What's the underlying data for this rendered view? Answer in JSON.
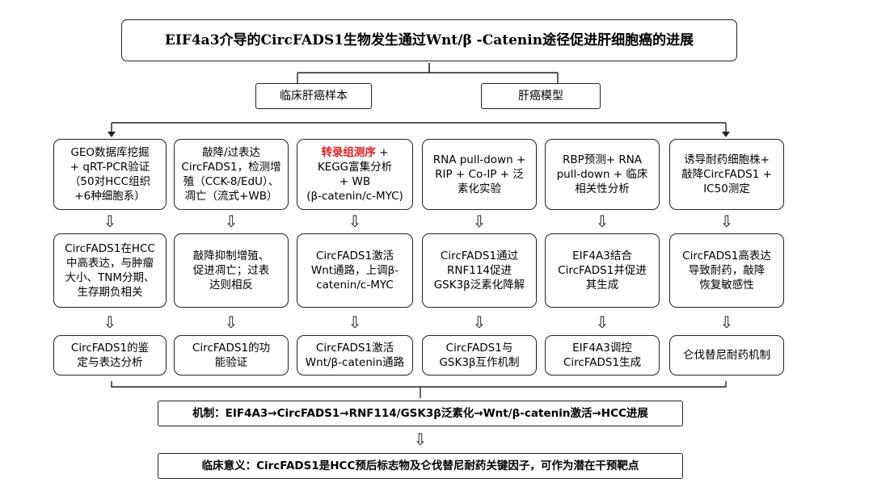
{
  "title": "EIF4a3介导的CircFADS1生物发生通过Wnt/β -Catenin途径促进肝细胞癌的进展",
  "groups": {
    "clinical": "临床肝癌样本",
    "model": "肝癌模型"
  },
  "arrow_glyph": "⇩",
  "columns": [
    {
      "method": "GEO数据库挖掘\n+ qRT-PCR验证\n（50对HCC组织\n+6种细胞系）",
      "result": "CircFADS1在HCC\n中高表达，与肿瘤\n大小、TNM分期、\n生存期负相关",
      "summary": "CircFADS1的鉴\n定与表达分析"
    },
    {
      "method": "敲降/过表达\nCircFADS1，检测增\n殖（CCK-8/EdU）、\n凋亡（流式+WB）",
      "result": "敲降抑制增殖、\n促进凋亡；过表\n达则相反",
      "summary": "CircFADS1的功\n能验证"
    },
    {
      "method_highlight": "转录组测序",
      "method_rest": " +\nKEGG富集分析\n+ WB\n(β-catenin/c-MYC)",
      "result": "CircFADS1激活\nWnt通路，上调β-\ncatenin/c-MYC",
      "summary": "CircFADS1激活\nWnt/β-catenin通路"
    },
    {
      "method": "RNA pull-down +\nRIP + Co-IP + 泛\n素化实验",
      "result": "CircFADS1通过\nRNF114促进\nGSK3β泛素化降解",
      "summary": "CircFADS1与\nGSK3β互作机制"
    },
    {
      "method": "RBP预测+ RNA\npull-down + 临床\n相关性分析",
      "result": "EIF4A3结合\nCircFADS1并促进\n其生成",
      "summary": "EIF4A3调控\nCircFADS1生成"
    },
    {
      "method": "诱导耐药细胞株+\n敲降CircFADS1 +\nIC50测定",
      "result": "CircFADS1高表达\n导致耐药，敲降\n恢复敏感性",
      "summary": "仑伐替尼耐药机制"
    }
  ],
  "mechanism": "机制：EIF4A3→CircFADS1→RNF114/GSK3β泛素化→Wnt/β-catenin激活→HCC进展",
  "significance": "临床意义：CircFADS1是HCC预后标志物及仑伐替尼耐药关键因子，可作为潜在干预靶点"
}
